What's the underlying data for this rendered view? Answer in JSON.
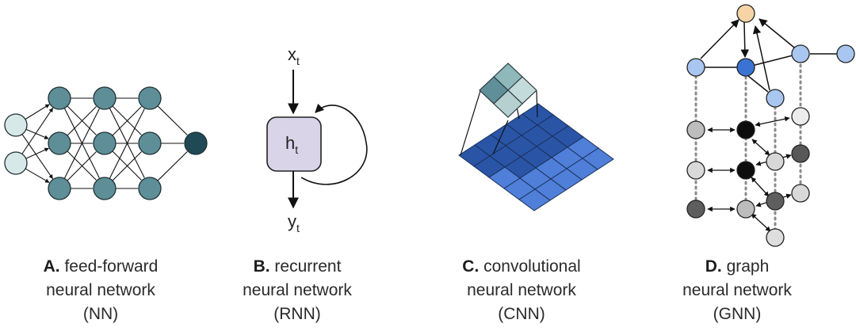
{
  "panels": [
    {
      "letter": "A.",
      "line1": "feed-forward",
      "line2": "neural network",
      "line3": "(NN)"
    },
    {
      "letter": "B.",
      "line1": "recurrent",
      "line2": "neural network",
      "line3": "(RNN)"
    },
    {
      "letter": "C.",
      "line1": "convolutional",
      "line2": "neural network",
      "line3": "(CNN)"
    },
    {
      "letter": "D.",
      "line1": "graph",
      "line2": "neural network",
      "line3": "(GNN)"
    }
  ],
  "rnn": {
    "input": "x",
    "input_sub": "t",
    "hidden": "h",
    "hidden_sub": "t",
    "output": "y",
    "output_sub": "t"
  },
  "colors": {
    "nn_input": "#d7e8e8",
    "nn_hidden": "#5e8f98",
    "nn_output": "#1f4a55",
    "rnn_cell": "#d9d4e8",
    "cnn_dark": "#2a55a6",
    "cnn_light": "#4f7fd8",
    "cnn_filter": "#a8cbcc",
    "gnn_target": "#f6d4a6",
    "gnn_light": "#a9c6f0",
    "gnn_mid": "#3a73d4"
  }
}
